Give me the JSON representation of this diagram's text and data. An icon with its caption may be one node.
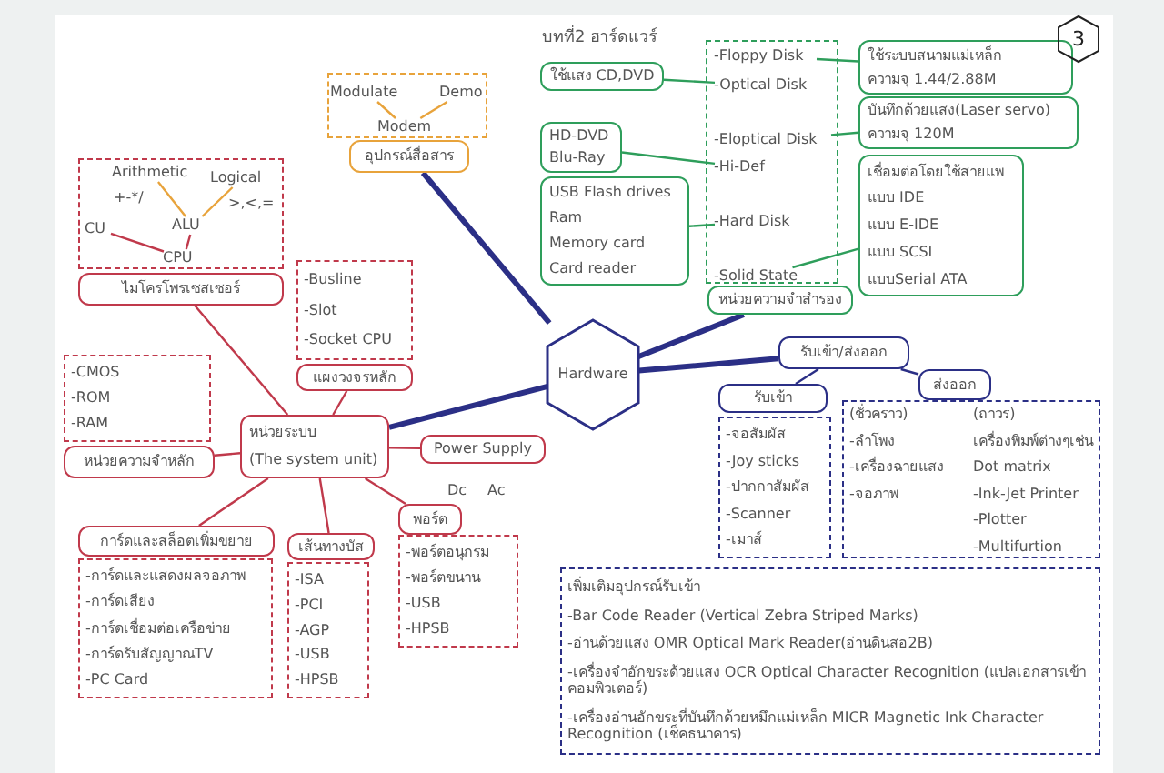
{
  "diagram": {
    "title": "บทที่2 ฮาร์ดแวร์",
    "nodes": [
      {
        "text": [
          "Hardware"
        ]
      },
      {
        "text": [
          "หน่วยระบบ",
          "(The system unit)"
        ]
      },
      {
        "text": [
          "ไมโครโพรเซสเซอร์"
        ]
      },
      {
        "text": [],
        "shape": "box"
      },
      {
        "text": [
          "Arithmetic"
        ],
        "in": 3
      },
      {
        "text": [
          "Logical"
        ],
        "in": 3
      },
      {
        "text": [
          "+-*/"
        ],
        "in": 3
      },
      {
        "text": [
          ">,<,="
        ],
        "in": 3
      },
      {
        "text": [
          "ALU"
        ],
        "in": 3
      },
      {
        "text": [
          "CU"
        ],
        "in": 3
      },
      {
        "text": [
          "CPU"
        ],
        "in": 3
      },
      {
        "text": [
          "แผงวงจรหลัก"
        ]
      },
      {
        "text": [
          "-Busline",
          "-Slot",
          "-Socket CPU"
        ]
      },
      {
        "text": [
          "หน่วยความจำหลัก"
        ]
      },
      {
        "text": [
          "-CMOS",
          "-ROM",
          "-RAM"
        ]
      },
      {
        "text": [
          "Power Supply"
        ]
      },
      {
        "text": [
          "พอร์ต"
        ]
      },
      {
        "text": [
          "-พอร์ตอนุกรม",
          "-พอร์ตขนาน",
          "-USB",
          "-HPSB"
        ]
      },
      {
        "text": [
          "เส้นทางบัส"
        ]
      },
      {
        "text": [
          "-ISA",
          "-PCI",
          "-AGP",
          "-USB",
          "-HPSB"
        ]
      },
      {
        "text": [
          "การ์ดและสล็อตเพิ่มขยาย"
        ]
      },
      {
        "text": [
          "-การ์ดและแสดงผลจอภาพ",
          "-การ์ดเสียง",
          "-การ์ดเชื่อมต่อเครือข่าย",
          "-การ์ดรับสัญญาณTV",
          "-PC Card"
        ]
      },
      {
        "text": [
          "อุปกรณ์สื่อสาร"
        ]
      },
      {
        "text": [],
        "shape": "box"
      },
      {
        "text": [
          "Modulate"
        ],
        "in": 23
      },
      {
        "text": [
          "Demo"
        ],
        "in": 23
      },
      {
        "text": [
          "Modem"
        ],
        "in": 23
      },
      {
        "text": [
          "หน่วยความจำสำรอง"
        ]
      },
      {
        "text": [],
        "shape": "box"
      },
      {
        "text": [
          "-Floppy Disk"
        ],
        "in": 28
      },
      {
        "text": [
          "-Optical Disk"
        ],
        "in": 28
      },
      {
        "text": [
          "-Eloptical Disk"
        ],
        "in": 28
      },
      {
        "text": [
          "-Hi-Def"
        ],
        "in": 28
      },
      {
        "text": [
          "-Hard Disk"
        ],
        "in": 28
      },
      {
        "text": [
          "-Solid State"
        ],
        "in": 28
      },
      {
        "text": [
          "ใช้แสง CD,DVD"
        ]
      },
      {
        "text": [
          "HD-DVD",
          "Blu-Ray"
        ]
      },
      {
        "text": [
          "USB Flash drives",
          "Ram",
          "Memory card",
          "Card reader"
        ]
      },
      {
        "text": [
          "ใช้ระบบสนามแม่เหล็ก",
          "ความจุ 1.44/2.88M"
        ]
      },
      {
        "text": [
          "บันทึกด้วยแสง(Laser servo)",
          "ความจุ 120M"
        ]
      },
      {
        "text": [
          "เชื่อมต่อโดยใช้สายแพ",
          "แบบ IDE",
          "แบบ E-IDE",
          "แบบ SCSI",
          "แบบSerial ATA"
        ]
      },
      {
        "text": [
          "รับเข้า/ส่งออก"
        ]
      },
      {
        "text": [
          "รับเข้า"
        ]
      },
      {
        "text": [
          "ส่งออก"
        ]
      },
      {
        "text": [
          "-จอสัมผัส",
          "-Joy sticks",
          "-ปากกาสัมผัส",
          "-Scanner",
          "-เมาส์"
        ]
      },
      {
        "text": [
          "(ชั่วคราว)",
          "-ลำโพง",
          "-เครื่องฉายแสง",
          "-จอภาพ",
          "(ถาวร)",
          "เครื่องพิมพ์ต่างๆเช่น",
          "Dot matrix",
          "-Ink-Jet Printer",
          "-Plotter",
          "-Multifurtion"
        ]
      },
      {
        "text": [
          "เพิ่มเติมอุปกรณ์รับเข้า",
          "-Bar Code Reader (Vertical Zebra Striped Marks)",
          "-อ่านด้วยแสง OMR Optical Mark Reader(อ่านดินสอ2B)",
          "-เครื่องจำอักขระด้วยแสง OCR Optical Character Recognition (แปลเอกสารเข้าคอมพิวเตอร์)",
          "-เครื่องอ่านอักขระที่บันทึกด้วยหมึกแม่เหล็ก MICR Magnetic Ink Character Recognition (เช็คธนาคาร)"
        ]
      }
    ],
    "edges": [
      {
        "from": 0,
        "to": 1,
        "arrow": "none",
        "style": "thick",
        "color": "#2b2f86"
      },
      {
        "from": 0,
        "to": 22,
        "arrow": "none",
        "style": "thick",
        "color": "#2b2f86"
      },
      {
        "from": 0,
        "to": 27,
        "arrow": "none",
        "style": "thick",
        "color": "#2b2f86"
      },
      {
        "from": 0,
        "to": 41,
        "arrow": "none",
        "style": "thick",
        "color": "#2b2f86"
      },
      {
        "from": 1,
        "to": 2,
        "arrow": "none"
      },
      {
        "from": 1,
        "to": 11,
        "arrow": "none"
      },
      {
        "from": 1,
        "to": 13,
        "arrow": "none"
      },
      {
        "from": 1,
        "to": 15,
        "arrow": "none"
      },
      {
        "from": 1,
        "to": 16,
        "arrow": "none"
      },
      {
        "from": 1,
        "to": 18,
        "arrow": "none"
      },
      {
        "from": 1,
        "to": 20,
        "arrow": "none"
      },
      {
        "from": 4,
        "to": 8,
        "arrow": "none",
        "color": "#e8a33b"
      },
      {
        "from": 5,
        "to": 8,
        "arrow": "none",
        "color": "#e8a33b"
      },
      {
        "from": 9,
        "to": 10,
        "arrow": "none"
      },
      {
        "from": 8,
        "to": 10,
        "arrow": "none"
      },
      {
        "from": 24,
        "to": 26,
        "arrow": "none",
        "color": "#e8a33b"
      },
      {
        "from": 25,
        "to": 26,
        "arrow": "none",
        "color": "#e8a33b"
      },
      {
        "from": 35,
        "to": 30,
        "arrow": "none",
        "color": "#2e9e5b"
      },
      {
        "from": 36,
        "to": 32,
        "arrow": "none",
        "color": "#2e9e5b"
      },
      {
        "from": 37,
        "to": 33,
        "arrow": "none",
        "color": "#2e9e5b"
      },
      {
        "from": 29,
        "to": 38,
        "arrow": "none",
        "color": "#2e9e5b"
      },
      {
        "from": 31,
        "to": 39,
        "arrow": "none",
        "color": "#2e9e5b"
      },
      {
        "from": 34,
        "to": 40,
        "arrow": "none",
        "color": "#2e9e5b"
      },
      {
        "from": 41,
        "to": 42,
        "arrow": "none",
        "color": "#2b2f86"
      },
      {
        "from": 41,
        "to": 43,
        "arrow": "none",
        "color": "#2b2f86"
      }
    ],
    "labels": [
      "3",
      "Dc",
      "Ac"
    ]
  }
}
